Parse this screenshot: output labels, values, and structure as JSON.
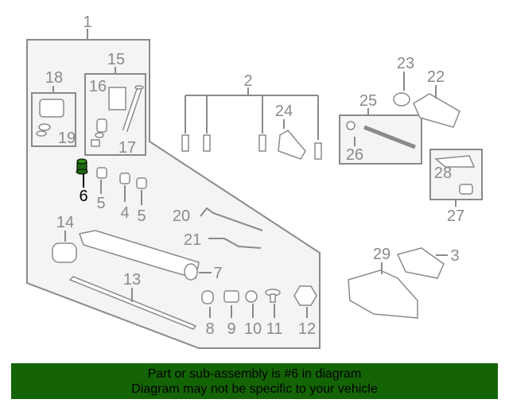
{
  "diagram": {
    "highlight_color": "#146405",
    "callouts": {
      "c1": "1",
      "c2": "2",
      "c3": "3",
      "c4": "4",
      "c5a": "5",
      "c5b": "5",
      "c6": "6",
      "c7": "7",
      "c8": "8",
      "c9": "9",
      "c10": "10",
      "c11": "11",
      "c12": "12",
      "c13": "13",
      "c14": "14",
      "c15": "15",
      "c16": "16",
      "c17": "17",
      "c18": "18",
      "c19": "19",
      "c20": "20",
      "c21": "21",
      "c22": "22",
      "c23": "23",
      "c24": "24",
      "c25": "25",
      "c26": "26",
      "c27": "27",
      "c28": "28",
      "c29": "29"
    }
  },
  "banner": {
    "line1": "Part or sub-assembly is #6 in diagram",
    "line2": "Diagram may not be specific to your vehicle"
  }
}
